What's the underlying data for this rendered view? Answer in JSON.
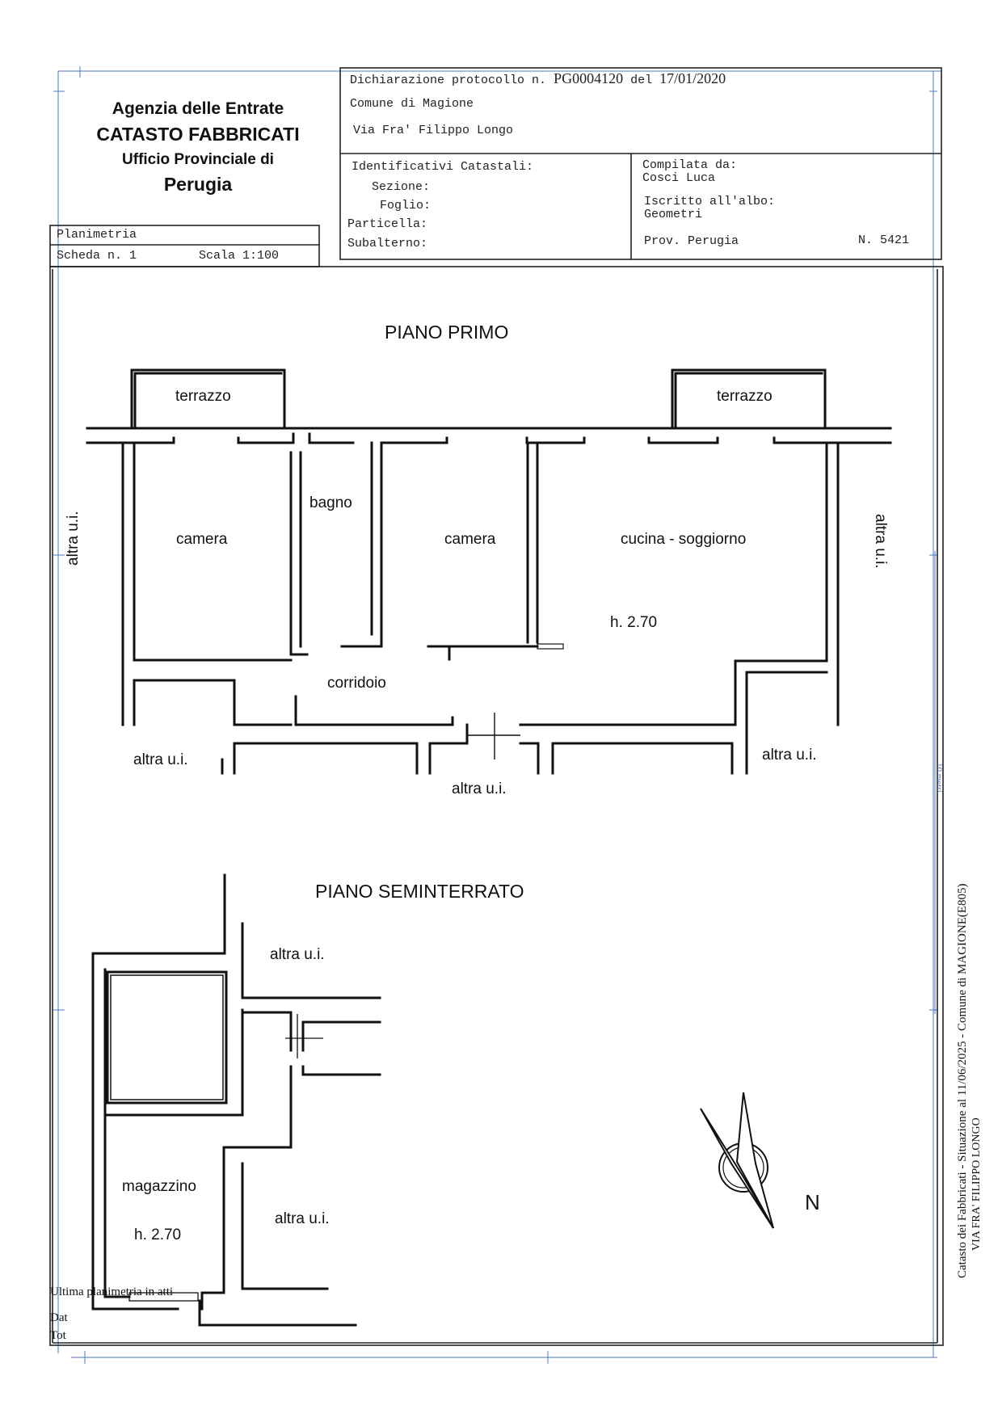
{
  "header": {
    "agency": "Agenzia delle Entrate",
    "department": "CATASTO FABBRICATI",
    "office": "Ufficio Provinciale di",
    "city": "Perugia"
  },
  "declaration": {
    "protocol_label": "Dichiarazione protocollo n.",
    "protocol_number": "PG0004120",
    "date_label": "del",
    "date": "17/01/2020",
    "municipality": "Comune di Magione",
    "address": "Via Fra' Filippo Longo"
  },
  "identifiers": {
    "title": "Identificativi Catastali:",
    "sezione": "Sezione:",
    "foglio": "Foglio:",
    "particella": "Particella:",
    "subalterno": "Subalterno:"
  },
  "compiler": {
    "compiled_by_label": "Compilata da:",
    "compiled_by": "Cosci Luca",
    "registered_label": "Iscritto all'albo:",
    "registered": "Geometri",
    "province": "Prov. Perugia",
    "number": "N. 5421"
  },
  "sheet": {
    "type": "Planimetria",
    "scheda": "Scheda n. 1",
    "scale": "Scala 1:100"
  },
  "floor_first": {
    "title": "PIANO PRIMO",
    "terrace_left": "terrazzo",
    "terrace_right": "terrazzo",
    "bathroom": "bagno",
    "bedroom_1": "camera",
    "bedroom_2": "camera",
    "kitchen_living": "cucina - soggiorno",
    "height": "h. 2.70",
    "corridor": "corridoio",
    "other_left_vertical": "altra u.i.",
    "other_right_vertical": "altra u.i.",
    "other_bottom_left": "altra u.i.",
    "other_bottom_center": "altra u.i.",
    "other_bottom_right": "altra u.i."
  },
  "floor_basement": {
    "title": "PIANO SEMINTERRATO",
    "other_top": "altra u.i.",
    "storage": "magazzino",
    "height": "h. 2.70",
    "other_bottom": "altra u.i."
  },
  "compass": {
    "north": "N"
  },
  "footer": {
    "last_plan": "Ultima planimetria in atti",
    "date_prefix": "Dat",
    "total_prefix": "Tot"
  },
  "side_text": {
    "line1": "Catasto dei Fabbricati - Situazione al 11/06/2025 - Comune di MAGIONE(E805)",
    "line2": "VIA FRA' FILIPPO LONGO",
    "ruler": "10 metri"
  }
}
